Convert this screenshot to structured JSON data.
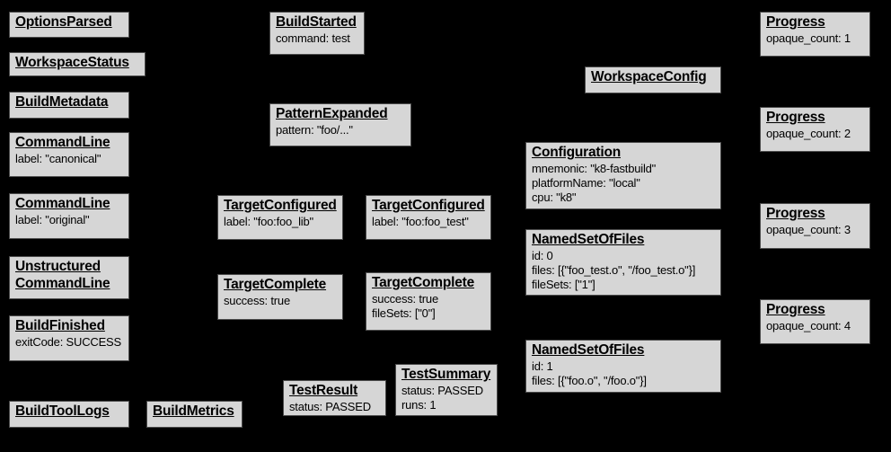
{
  "palette": {
    "background": "#000000",
    "node_fill": "#d6d6d6",
    "node_border": "#4c4c4c",
    "text": "#000000"
  },
  "boxes": [
    {
      "title": "OptionsParsed",
      "lines": []
    },
    {
      "title": "WorkspaceStatus",
      "lines": []
    },
    {
      "title": "BuildMetadata",
      "lines": []
    },
    {
      "title": "CommandLine",
      "lines": [
        "label: \"canonical\""
      ]
    },
    {
      "title": "CommandLine",
      "lines": [
        "label: \"original\""
      ]
    },
    {
      "title": "Unstructured\nCommandLine",
      "lines": []
    },
    {
      "title": "BuildFinished",
      "lines": [
        "exitCode: SUCCESS"
      ]
    },
    {
      "title": "BuildToolLogs",
      "lines": []
    },
    {
      "title": "BuildMetrics",
      "lines": []
    },
    {
      "title": "BuildStarted",
      "lines": [
        "command: test"
      ]
    },
    {
      "title": "PatternExpanded",
      "lines": [
        "pattern: \"foo/...\""
      ]
    },
    {
      "title": "TargetConfigured",
      "lines": [
        "label: \"foo:foo_lib\""
      ]
    },
    {
      "title": "TargetConfigured",
      "lines": [
        "label: \"foo:foo_test\""
      ]
    },
    {
      "title": "TargetComplete",
      "lines": [
        "success: true"
      ]
    },
    {
      "title": "TargetComplete",
      "lines": [
        "success: true",
        "fileSets: [\"0\"]"
      ]
    },
    {
      "title": "TestResult",
      "lines": [
        "status: PASSED"
      ]
    },
    {
      "title": "TestSummary",
      "lines": [
        "status: PASSED",
        "runs: 1"
      ]
    },
    {
      "title": "WorkspaceConfig",
      "lines": []
    },
    {
      "title": "Configuration",
      "lines": [
        "mnemonic: \"k8-fastbuild\"",
        "platformName: \"local\"",
        "cpu: \"k8\""
      ]
    },
    {
      "title": "NamedSetOfFiles",
      "lines": [
        "id: 0",
        "files: [{\"foo_test.o\", \"/foo_test.o\"}]",
        "fileSets: [\"1\"]"
      ]
    },
    {
      "title": "NamedSetOfFiles",
      "lines": [
        "id: 1",
        "files: [{\"foo.o\", \"/foo.o\"}]"
      ]
    },
    {
      "title": "Progress",
      "lines": [
        "opaque_count: 1"
      ]
    },
    {
      "title": "Progress",
      "lines": [
        "opaque_count: 2"
      ]
    },
    {
      "title": "Progress",
      "lines": [
        "opaque_count: 3"
      ]
    },
    {
      "title": "Progress",
      "lines": [
        "opaque_count: 4"
      ]
    }
  ]
}
